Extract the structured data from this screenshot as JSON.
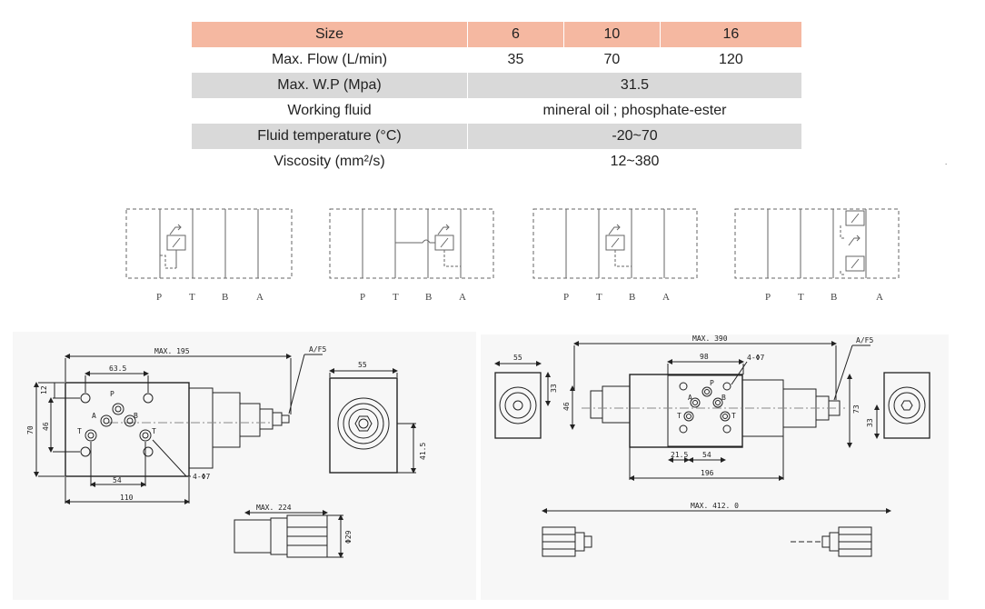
{
  "spec_table": {
    "rows": [
      {
        "label": "Size",
        "values": [
          "6",
          "10",
          "16"
        ]
      },
      {
        "label": "Max. Flow (L/min)",
        "values": [
          "35",
          "70",
          "120"
        ]
      },
      {
        "label": "Max. W.P (Mpa)",
        "value": "31.5"
      },
      {
        "label": "Working fluid",
        "value": "mineral oil ; phosphate-ester"
      },
      {
        "label": "Fluid temperature  (°C)",
        "value": "-20~70"
      },
      {
        "label": "Viscosity (mm²/s)",
        "value": "12~380"
      }
    ],
    "header_color": "#f5b8a1",
    "stripe_color": "#d9d9d9"
  },
  "circuit_diagrams": [
    {
      "ports": [
        "P",
        "T",
        "B",
        "A"
      ]
    },
    {
      "ports": [
        "P",
        "T",
        "B",
        "A"
      ]
    },
    {
      "ports": [
        "P",
        "T",
        "B",
        "A"
      ]
    },
    {
      "ports": [
        "P",
        "T",
        "B",
        "A"
      ]
    }
  ],
  "drawing_left": {
    "max_length": "MAX. 195",
    "thread": "A/F5",
    "dims": {
      "d12": "12",
      "d70": "70",
      "d46": "46",
      "d63_5": "63.5",
      "d54": "54",
      "d110": "110",
      "holes": "4-Φ7",
      "d55": "55",
      "d41_5": "41.5",
      "max224": "MAX. 224",
      "phi29": "Φ29"
    },
    "ports": {
      "p": "P",
      "a": "A",
      "b": "B",
      "t1": "T",
      "t2": "T"
    }
  },
  "drawing_right": {
    "max_length": "MAX. 390",
    "thread": "A/F5",
    "dims": {
      "d55": "55",
      "d33a": "33",
      "d46": "46",
      "d98": "98",
      "holes": "4-Φ7",
      "d73": "73",
      "d21_5": "21.5",
      "d54": "54",
      "d196": "196",
      "d33b": "33",
      "max412": "MAX. 412. 0"
    },
    "ports": {
      "p": "P",
      "a": "A",
      "b": "B",
      "t1": "T",
      "t2": "T"
    }
  },
  "stray_mark": "."
}
